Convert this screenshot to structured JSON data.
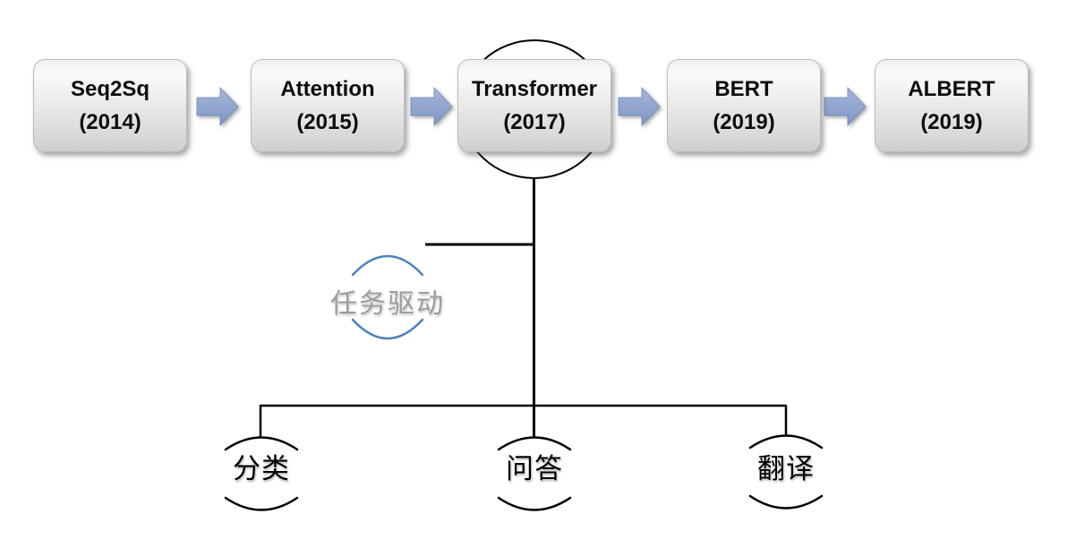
{
  "diagram": {
    "timeline": [
      {
        "name": "Seq2Sq",
        "year": "(2014)"
      },
      {
        "name": "Attention",
        "year": "(2015)"
      },
      {
        "name": "Transformer",
        "year": "(2017)"
      },
      {
        "name": "BERT",
        "year": "(2019)"
      },
      {
        "name": "ALBERT",
        "year": "(2019)"
      }
    ],
    "annotation": {
      "label": "任务驱动"
    },
    "tasks": [
      {
        "label": "分类"
      },
      {
        "label": "问答"
      },
      {
        "label": "翻译"
      }
    ],
    "icons": {
      "flow_arrow": "right-block-arrow"
    },
    "colors": {
      "arrow_fill_top": "#a6b7d9",
      "arrow_fill_bottom": "#7e96c4",
      "annotation_arc": "#4f81bd",
      "connector_line": "#000000",
      "annotation_text": "#9d9d9d",
      "node_border": "#bcbcbc"
    }
  }
}
